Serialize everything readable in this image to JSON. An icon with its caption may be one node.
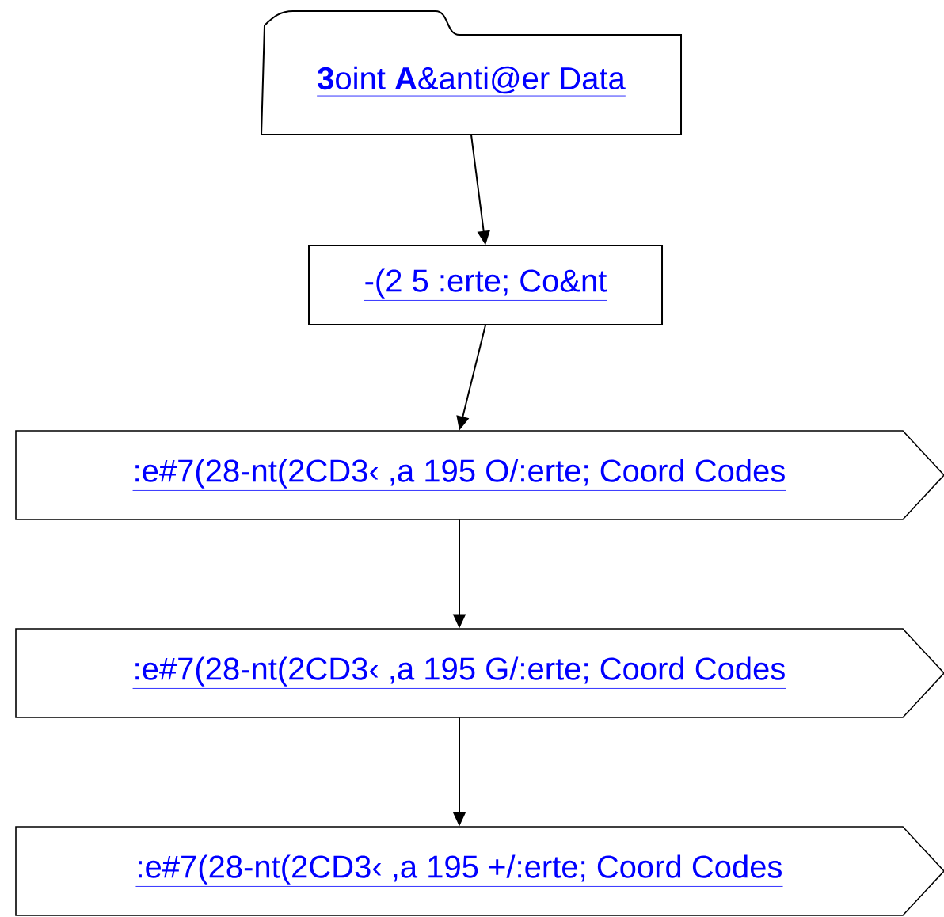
{
  "diagram": {
    "nodes": [
      {
        "text": [
          "**3**oint **A**&anti@er Data"
        ]
      },
      {
        "text": [
          "-(2 5 :erte; Co&nt"
        ]
      },
      {
        "text": [
          ":e#7(28-nt(2CD3‹ ,a 195 O/:erte; Coord Codes"
        ]
      },
      {
        "text": [
          ":e#7(28-nt(2CD3‹ ,a 195 G/:erte; Coord Codes"
        ]
      },
      {
        "text": [
          ":e#7(28-nt(2CD3‹ ,a 195 +/:erte; Coord Codes"
        ]
      }
    ],
    "edges": [
      {
        "from": 0,
        "to": 1,
        "arrow": "to"
      },
      {
        "from": 1,
        "to": 2,
        "arrow": "to"
      },
      {
        "from": 2,
        "to": 3,
        "arrow": "to"
      },
      {
        "from": 3,
        "to": 4,
        "arrow": "to"
      }
    ]
  }
}
